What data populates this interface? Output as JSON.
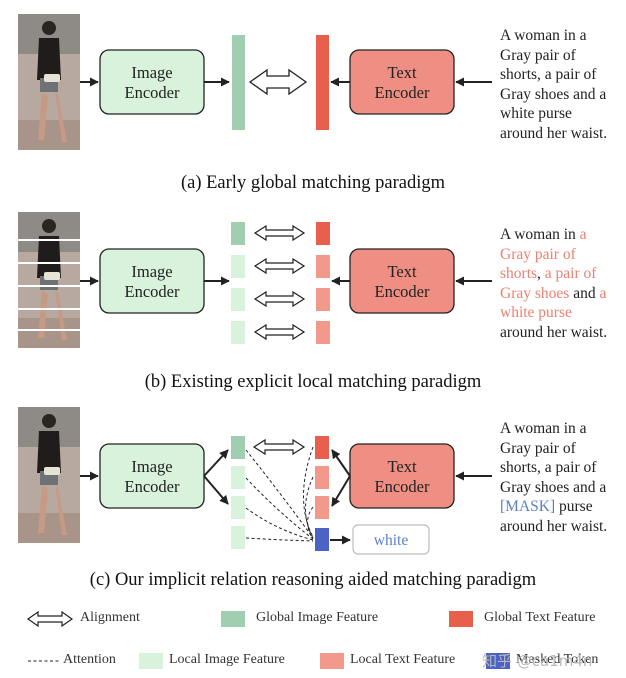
{
  "panels": [
    {
      "id": "a",
      "caption": "(a) Early global matching paradigm",
      "image_encoder": "Image\nEncoder",
      "text_encoder": "Text\nEncoder",
      "description": [
        {
          "t": "A woman in a\nGray pair of\nshorts, a pair of\nGray shoes and a\nwhite purse\naround her waist.",
          "c": "plain"
        }
      ]
    },
    {
      "id": "b",
      "caption": "(b) Existing explicit local matching paradigm",
      "image_encoder": "Image\nEncoder",
      "text_encoder": "Text\nEncoder",
      "description": [
        {
          "t": "A woman in ",
          "c": "plain"
        },
        {
          "t": "a\nGray pair of\nshorts",
          "c": "red"
        },
        {
          "t": ", ",
          "c": "plain"
        },
        {
          "t": "a pair of\nGray shoes",
          "c": "red"
        },
        {
          "t": " and ",
          "c": "plain"
        },
        {
          "t": "a\nwhite purse",
          "c": "red"
        },
        {
          "t": "\naround her waist.",
          "c": "plain"
        }
      ]
    },
    {
      "id": "c",
      "caption": "(c) Our implicit relation reasoning aided matching paradigm",
      "image_encoder": "Image\nEncoder",
      "text_encoder": "Text\nEncoder",
      "predicted_token": "white",
      "description": [
        {
          "t": "A woman in a\nGray pair of\nshorts, a pair of\nGray shoes and a\n",
          "c": "plain"
        },
        {
          "t": "[MASK]",
          "c": "blue"
        },
        {
          "t": " purse\naround her waist.",
          "c": "plain"
        }
      ]
    }
  ],
  "legend": {
    "alignment": "Alignment",
    "attention": "Attention",
    "global_image_feature": "Global Image Feature",
    "local_image_feature": "Local Image Feature",
    "global_text_feature": "Global Text Feature",
    "local_text_feature": "Local Text Feature",
    "masked_token": "Masked Token"
  },
  "watermark": "知乎 @ca1m4n",
  "colors": {
    "image_encoder_fill": "#d9f2dc",
    "text_encoder_fill": "#ef8f83",
    "global_image_feature": "#9fcfb0",
    "local_image_feature": "#d9f2dc",
    "global_text_feature": "#e8604c",
    "local_text_feature": "#f3998c",
    "masked_token": "#4b63c6",
    "highlight_red": "#ee8070",
    "highlight_blue": "#5a7fc7"
  }
}
